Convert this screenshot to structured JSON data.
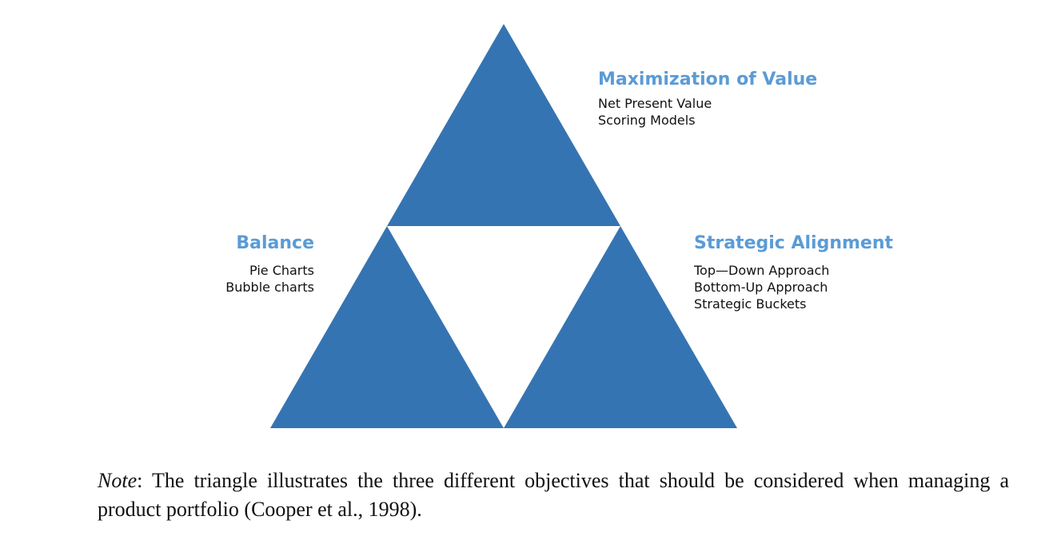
{
  "colors": {
    "triangle_fill": "#3574b2",
    "title_text": "#5b9bd5",
    "body_text": "#111111"
  },
  "objectives": {
    "top": {
      "title": "Maximization of Value",
      "items": [
        "Net Present Value",
        "Scoring Models"
      ]
    },
    "left": {
      "title": "Balance",
      "items": [
        "Pie Charts",
        "Bubble charts"
      ]
    },
    "right": {
      "title": "Strategic Alignment",
      "items": [
        "Top—Down Approach",
        "Bottom-Up Approach",
        "Strategic Buckets"
      ]
    }
  },
  "note": {
    "label": "Note",
    "text": ": The triangle illustrates the three different objectives that should be considered when managing a product portfolio (Cooper et al., 1998)."
  }
}
